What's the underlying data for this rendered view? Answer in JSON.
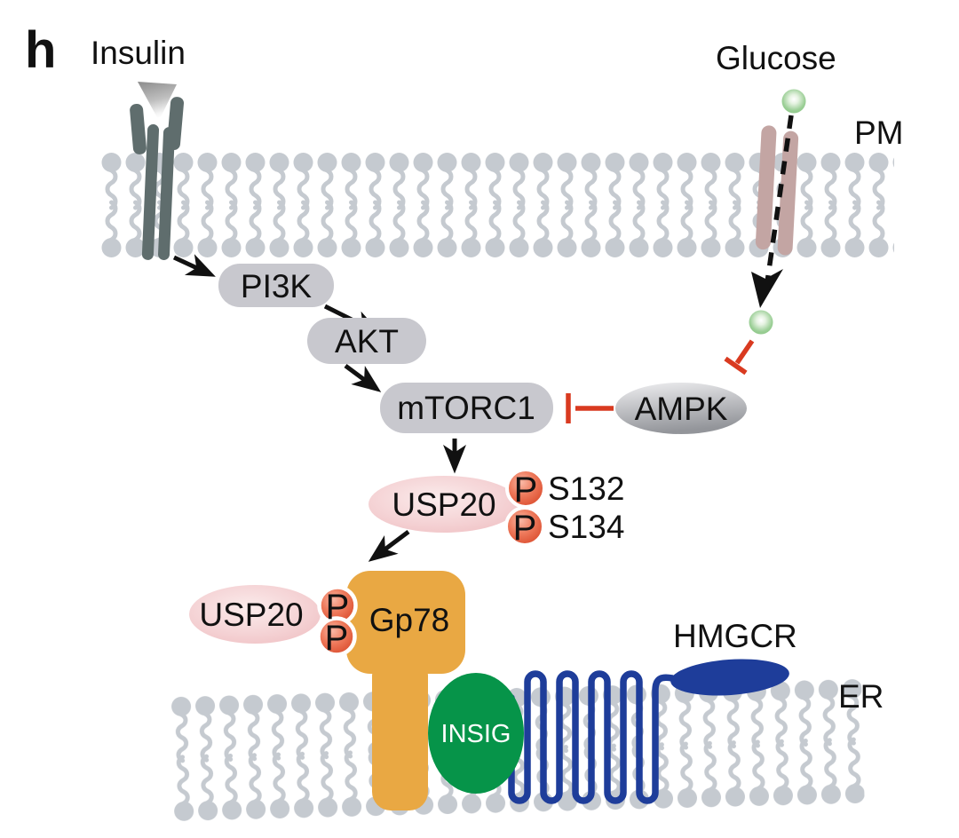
{
  "panel": {
    "label": "h"
  },
  "ligands": {
    "insulin": "Insulin",
    "glucose": "Glucose"
  },
  "membranes": {
    "pm": "PM",
    "er": "ER"
  },
  "nodes": {
    "pi3k": "PI3K",
    "akt": "AKT",
    "mtorc1": "mTORC1",
    "ampk": "AMPK",
    "usp20_upper": "USP20",
    "usp20_lower": "USP20",
    "gp78": "Gp78",
    "insig": "INSIG",
    "hmgcr": "HMGCR"
  },
  "phospho": {
    "p": "P",
    "sites": [
      "S132",
      "S134"
    ]
  },
  "colors": {
    "arrow_black": "#111111",
    "inhibit_red": "#D93A20",
    "node_gray": "#C8C8CE",
    "membrane_gray": "#C5CAD0",
    "receptor_gray": "#5F6D6D",
    "transporter_pink": "#C3A5A3",
    "glucose_green": "#8CC787",
    "usp20_pink": "#F0C2C5",
    "phospho_red": "#D84627",
    "gp78_orange": "#E9A843",
    "insig_green": "#069449",
    "hmgcr_blue": "#1E3D9A"
  }
}
